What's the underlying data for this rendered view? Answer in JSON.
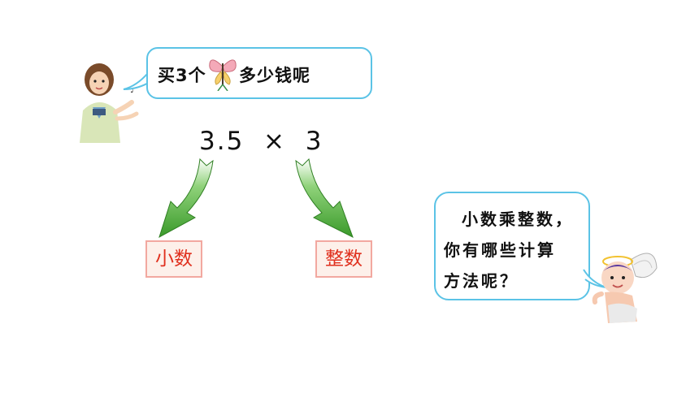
{
  "top_bubble": {
    "text_before": "买3个",
    "text_after": "多少钱呢"
  },
  "expression": "3.5  ×  3",
  "labels": {
    "left": "小数",
    "right": "整数"
  },
  "right_bubble": {
    "line1": "小数乘整数，",
    "line2": "你有哪些计算",
    "line3": "方法呢？"
  },
  "colors": {
    "bubble_border": "#5bc3e6",
    "arrow_green": "#4caf3a",
    "label_text": "#e0301e",
    "label_border": "#f2a8a0",
    "label_fill": "#fdf0ea"
  }
}
